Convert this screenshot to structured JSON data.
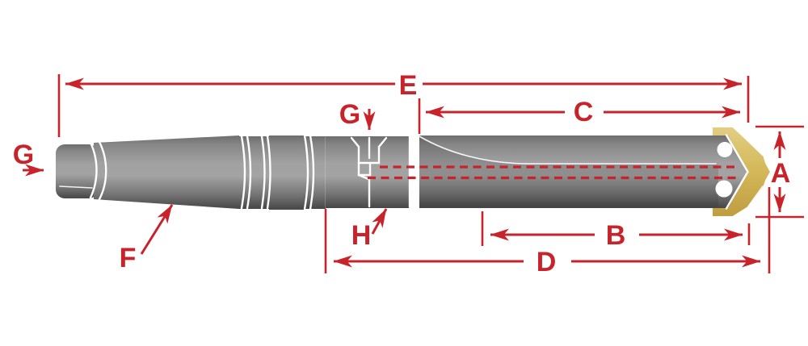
{
  "labels": {
    "a": "A",
    "b": "B",
    "c": "C",
    "d": "D",
    "e": "E",
    "f": "F",
    "h": "H",
    "g_shank_end": "G",
    "g_coolant_inlet": "G"
  },
  "colors": {
    "dimension_red": "#c8232b",
    "body_gray_light": "#a2a2a2",
    "body_gray_dark": "#4a4a4a",
    "insert_yellow": "#d5ba5c",
    "background": "#ffffff"
  }
}
